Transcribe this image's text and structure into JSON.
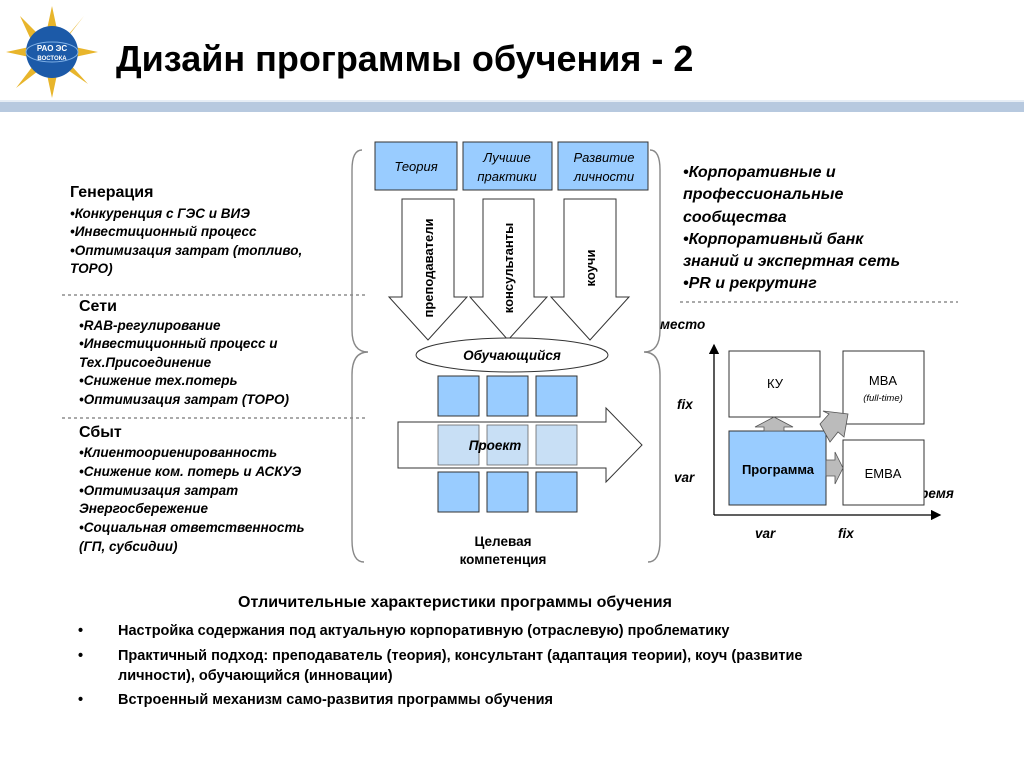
{
  "logo": {
    "text1": "РАО ЭС",
    "text2": "ВОСТОКА"
  },
  "title": "Дизайн программы обучения - 2",
  "left": {
    "sections": [
      {
        "title": "Генерация",
        "items": [
          "•Конкуренция с ГЭС и ВИЭ",
          "•Инвестиционный процесс",
          "•Оптимизация затрат (топливо,",
          "ТОРО)"
        ]
      },
      {
        "title": "Сети",
        "items": [
          "•RAB-регулирование",
          "•Инвестиционный процесс и",
          "Тех.Присоединение",
          "•Снижение тех.потерь",
          "•Оптимизация затрат (ТОРО)"
        ]
      },
      {
        "title": "Сбыт",
        "items": [
          "•Клиентоориенированность",
          "•Снижение ком. потерь и АСКУЭ",
          "•Оптимизация затрат",
          "Энергосбережение",
          "•Социальная ответственность",
          "(ГП, субсидии)"
        ]
      }
    ]
  },
  "center": {
    "top_boxes": [
      [
        "Теория"
      ],
      [
        "Лучшие",
        "практики"
      ],
      [
        "Развитие",
        "личности"
      ]
    ],
    "arrows": [
      "преподаватели",
      "консультанты",
      "коучи"
    ],
    "learner": "Обучающийся",
    "project": "Проект",
    "target": [
      "Целевая",
      "компетенция"
    ]
  },
  "right": {
    "items": [
      "•Корпоративные и",
      "профессиональные",
      "сообщества",
      "•Корпоративный банк",
      "знаний и экспертная сеть",
      "•PR и рекрутинг"
    ]
  },
  "matrix": {
    "y_axis_label": "место",
    "x_axis_label": "время",
    "y_ticks": [
      "fix",
      "var"
    ],
    "x_ticks": [
      "var",
      "fix"
    ],
    "cells": {
      "ku": "КУ",
      "mba": "MBA",
      "mba_sub": "(full-time)",
      "program": "Программа",
      "emba": "EMBA"
    }
  },
  "bottom": {
    "title": "Отличительные характеристики программы обучения",
    "bullet": "•",
    "rows": [
      [
        "Настройка содержания под актуальную корпоративную (отраслевую) проблематику"
      ],
      [
        "Практичный подход: преподаватель (теория), консультант (адаптация теории), коуч (развитие",
        "личности), обучающийся (инновации)"
      ],
      [
        "Встроенный механизм само-развития программы обучения"
      ]
    ]
  },
  "colors": {
    "box_blue": "#99ccff",
    "pale_blue": "#c8dff5",
    "header_rule": "#b7c9df",
    "logo_blue": "#1c5aa8",
    "logo_gold": "#e8b52b"
  }
}
